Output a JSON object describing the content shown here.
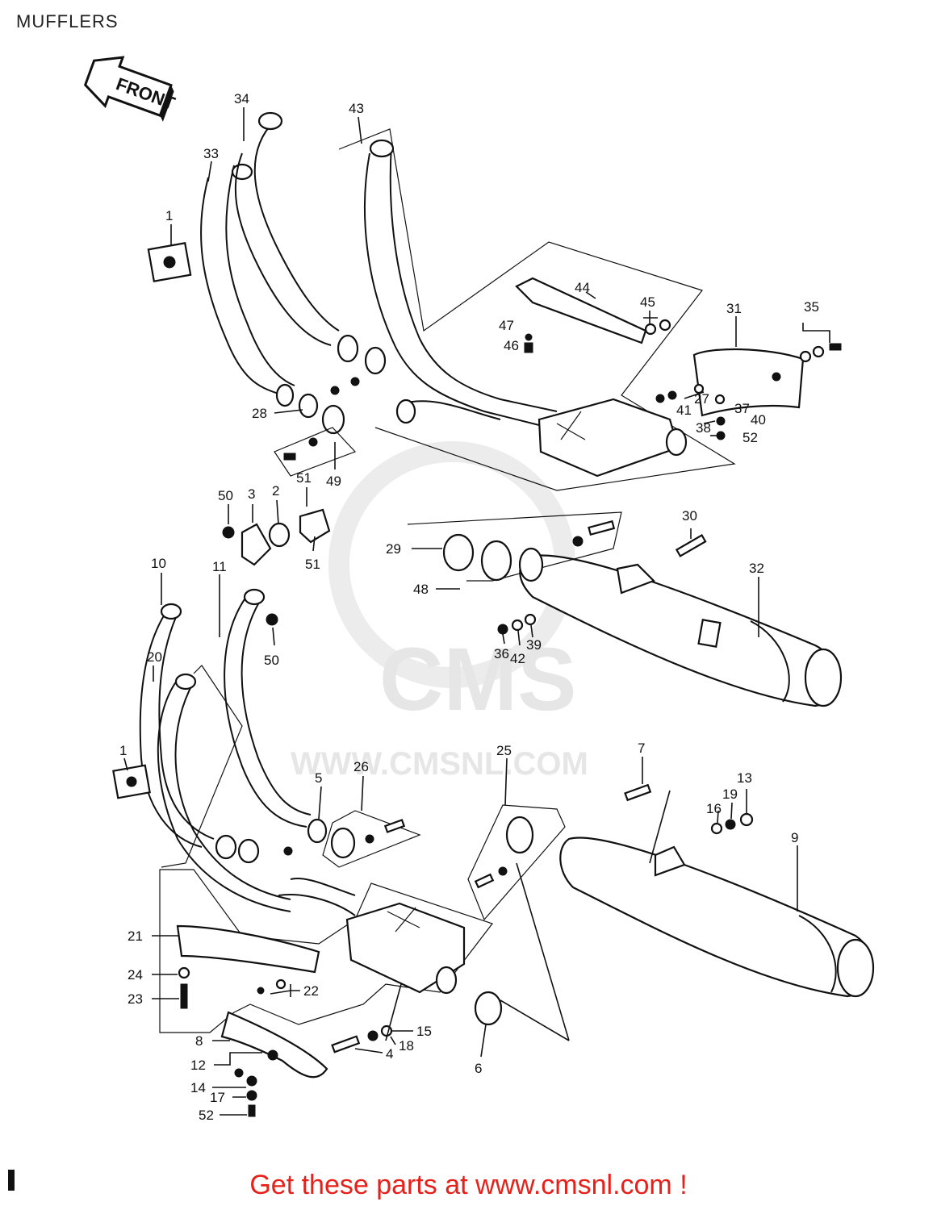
{
  "title": "MUFFLERS",
  "front_label": "FRONT",
  "watermark": {
    "brand": "CMS",
    "url": "WWW.CMSNL.COM"
  },
  "footer": "Get these parts at www.cmsnl.com !",
  "labels": {
    "l1a": "1",
    "l1b": "1",
    "l2": "2",
    "l3": "3",
    "l4": "4",
    "l5": "5",
    "l6": "6",
    "l7": "7",
    "l8": "8",
    "l9": "9",
    "l10": "10",
    "l11": "11",
    "l12": "12",
    "l13": "13",
    "l14": "14",
    "l15": "15",
    "l16": "16",
    "l17": "17",
    "l18": "18",
    "l19": "19",
    "l20": "20",
    "l21": "21",
    "l22": "22",
    "l23": "23",
    "l24": "24",
    "l25": "25",
    "l26": "26",
    "l27": "27",
    "l28": "28",
    "l29": "29",
    "l30": "30",
    "l31": "31",
    "l32": "32",
    "l33": "33",
    "l34": "34",
    "l35": "35",
    "l36": "36",
    "l37": "37",
    "l38": "38",
    "l39": "39",
    "l40": "40",
    "l41": "41",
    "l42": "42",
    "l43": "43",
    "l44": "44",
    "l45": "45",
    "l46": "46",
    "l47": "47",
    "l48": "48",
    "l49": "49",
    "l50a": "50",
    "l50b": "50",
    "l51a": "51",
    "l51b": "51",
    "l52a": "52",
    "l52b": "52"
  }
}
